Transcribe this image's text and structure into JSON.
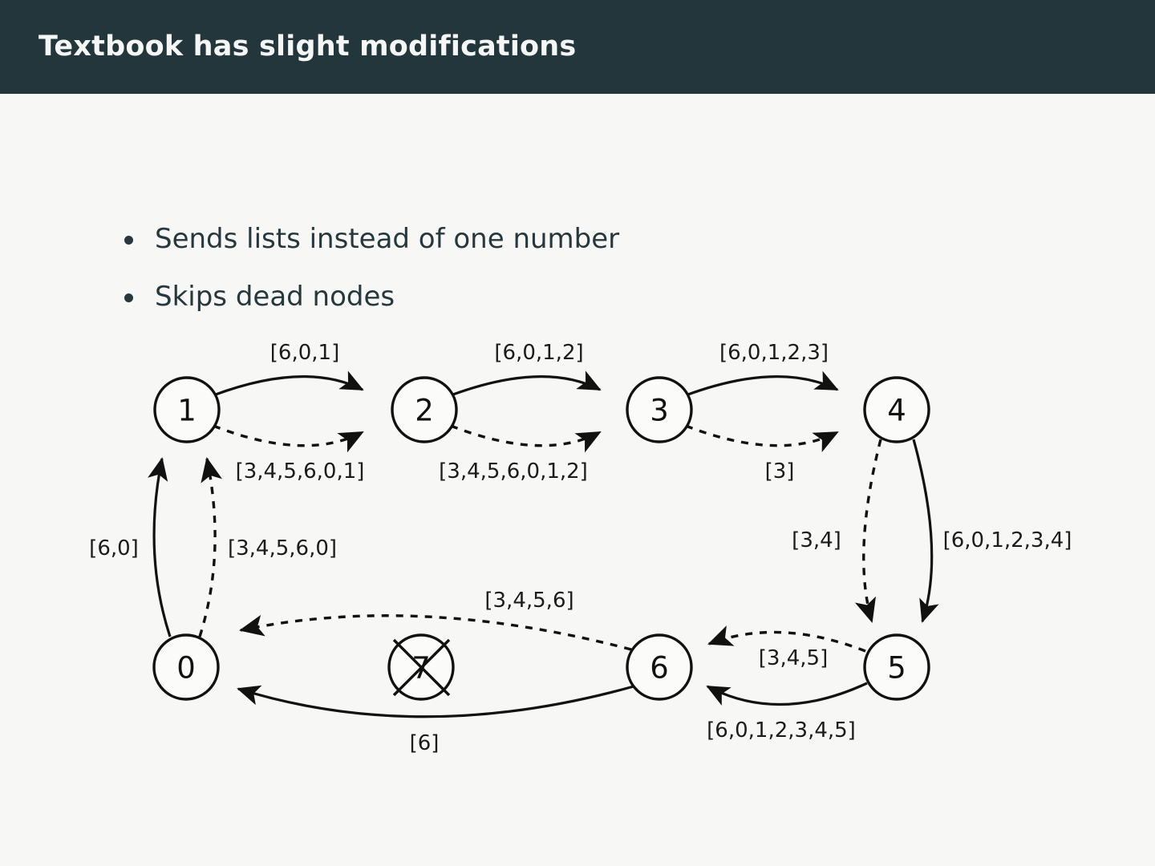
{
  "slide": {
    "title": "Textbook has slight modifications",
    "title_bar_color": "#23363b",
    "background_color": "#f7f7f6",
    "text_color": "#26383d"
  },
  "bullets": [
    {
      "label": "Sends lists instead of one number"
    },
    {
      "label": "Skips dead nodes"
    }
  ],
  "diagram": {
    "nodes": [
      {
        "id": "1",
        "label": "1",
        "dead": false
      },
      {
        "id": "2",
        "label": "2",
        "dead": false
      },
      {
        "id": "3",
        "label": "3",
        "dead": false
      },
      {
        "id": "4",
        "label": "4",
        "dead": false
      },
      {
        "id": "0",
        "label": "0",
        "dead": false
      },
      {
        "id": "7",
        "label": "7",
        "dead": true
      },
      {
        "id": "6",
        "label": "6",
        "dead": false
      },
      {
        "id": "5",
        "label": "5",
        "dead": false
      }
    ],
    "edges": [
      {
        "from": "1",
        "to": "2",
        "style": "solid",
        "label": "[6,0,1]"
      },
      {
        "from": "1",
        "to": "2",
        "style": "dashed",
        "label": "[3,4,5,6,0,1]"
      },
      {
        "from": "2",
        "to": "3",
        "style": "solid",
        "label": "[6,0,1,2]"
      },
      {
        "from": "2",
        "to": "3",
        "style": "dashed",
        "label": "[3,4,5,6,0,1,2]"
      },
      {
        "from": "3",
        "to": "4",
        "style": "solid",
        "label": "[6,0,1,2,3]"
      },
      {
        "from": "3",
        "to": "4",
        "style": "dashed",
        "label": "[3]"
      },
      {
        "from": "4",
        "to": "5",
        "style": "dashed",
        "label": "[3,4]"
      },
      {
        "from": "4",
        "to": "5",
        "style": "solid",
        "label": "[6,0,1,2,3,4]"
      },
      {
        "from": "5",
        "to": "6",
        "style": "dashed",
        "label": "[3,4,5]"
      },
      {
        "from": "5",
        "to": "6",
        "style": "solid",
        "label": "[6,0,1,2,3,4,5]"
      },
      {
        "from": "6",
        "to": "0",
        "style": "dashed",
        "label": "[3,4,5,6]"
      },
      {
        "from": "6",
        "to": "0",
        "style": "solid",
        "label": "[6]"
      },
      {
        "from": "0",
        "to": "1",
        "style": "solid",
        "label": "[6,0]"
      },
      {
        "from": "0",
        "to": "1",
        "style": "dashed",
        "label": "[3,4,5,6,0]"
      }
    ],
    "labels": {
      "e_1_2_solid": "[6,0,1]",
      "e_1_2_dashed": "[3,4,5,6,0,1]",
      "e_2_3_solid": "[6,0,1,2]",
      "e_2_3_dashed": "[3,4,5,6,0,1,2]",
      "e_3_4_solid": "[6,0,1,2,3]",
      "e_3_4_dashed": "[3]",
      "e_4_5_dashed": "[3,4]",
      "e_4_5_solid": "[6,0,1,2,3,4]",
      "e_5_6_dashed": "[3,4,5]",
      "e_5_6_solid": "[6,0,1,2,3,4,5]",
      "e_6_0_dashed": "[3,4,5,6]",
      "e_6_0_solid": "[6]",
      "e_0_1_solid": "[6,0]",
      "e_0_1_dashed": "[3,4,5,6,0]"
    },
    "node_labels": {
      "n0": "0",
      "n1": "1",
      "n2": "2",
      "n3": "3",
      "n4": "4",
      "n5": "5",
      "n6": "6",
      "n7": "7"
    }
  }
}
